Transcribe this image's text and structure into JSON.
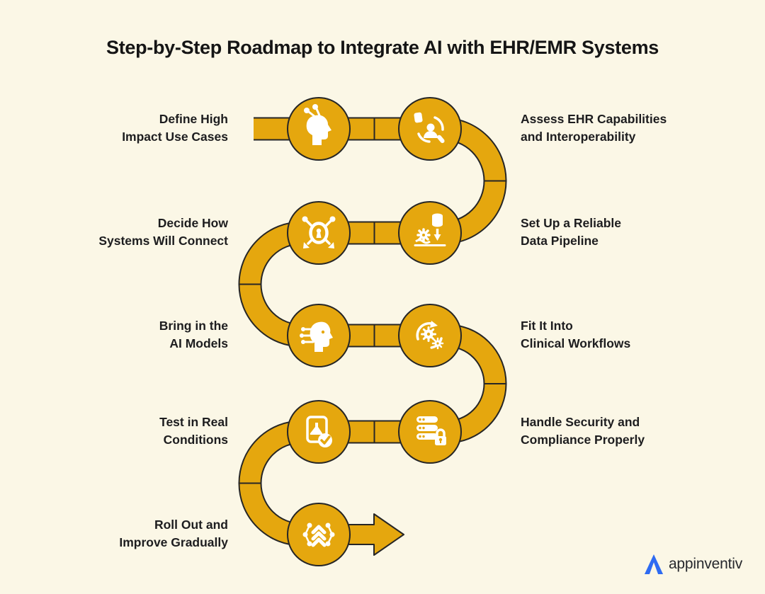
{
  "title": "Step-by-Step Roadmap to Integrate AI with EHR/EMR Systems",
  "colors": {
    "background": "#FBF7E6",
    "path_gold": "#E5A70E",
    "path_outline": "#262626",
    "icon_white": "#FFFFFF",
    "label_text": "#1D1D1F",
    "logo_blue": "#2E6BF2"
  },
  "steps": [
    {
      "row": 1,
      "side": "left",
      "line1": "Define High",
      "line2": "Impact Use Cases",
      "icon": "mind-use-cases-icon"
    },
    {
      "row": 1,
      "side": "right",
      "line1": "Assess EHR Capabilities",
      "line2": "and Interoperability",
      "icon": "assess-capabilities-icon"
    },
    {
      "row": 2,
      "side": "left",
      "line1": "Decide How",
      "line2": "Systems Will Connect",
      "icon": "systems-connect-icon"
    },
    {
      "row": 2,
      "side": "right",
      "line1": "Set Up a Reliable",
      "line2": "Data Pipeline",
      "icon": "data-pipeline-icon"
    },
    {
      "row": 3,
      "side": "left",
      "line1": "Bring in the",
      "line2": "AI Models",
      "icon": "ai-models-icon"
    },
    {
      "row": 3,
      "side": "right",
      "line1": "Fit It Into",
      "line2": "Clinical Workflows",
      "icon": "clinical-workflows-icon"
    },
    {
      "row": 4,
      "side": "left",
      "line1": "Test in Real",
      "line2": "Conditions",
      "icon": "testing-icon"
    },
    {
      "row": 4,
      "side": "right",
      "line1": "Handle Security and",
      "line2": "Compliance Properly",
      "icon": "security-compliance-icon"
    },
    {
      "row": 5,
      "side": "left",
      "line1": "Roll Out and",
      "line2": "Improve Gradually",
      "icon": "rollout-icon"
    }
  ],
  "logo": {
    "brand": "appinventiv"
  }
}
